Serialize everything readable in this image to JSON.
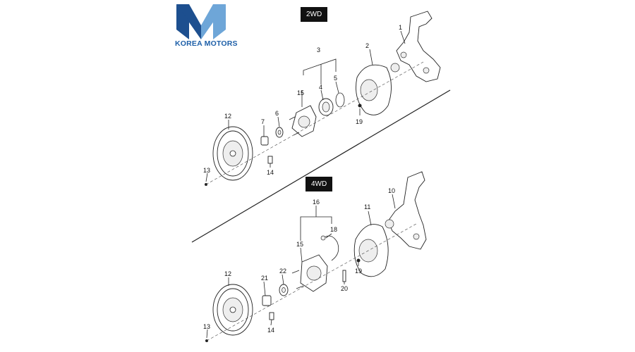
{
  "logo": {
    "text": "KOREA MOTORS",
    "colors": {
      "dark": "#1d4f8f",
      "light": "#6ea6d8"
    }
  },
  "sections": {
    "top_label": "2WD",
    "bottom_label": "4WD"
  },
  "callouts_2wd": [
    "1",
    "2",
    "3",
    "4",
    "5",
    "6",
    "7",
    "12",
    "13",
    "14",
    "15",
    "19"
  ],
  "callouts_4wd": [
    "10",
    "11",
    "12",
    "13",
    "14",
    "15",
    "16",
    "18",
    "19",
    "20",
    "21",
    "22"
  ]
}
